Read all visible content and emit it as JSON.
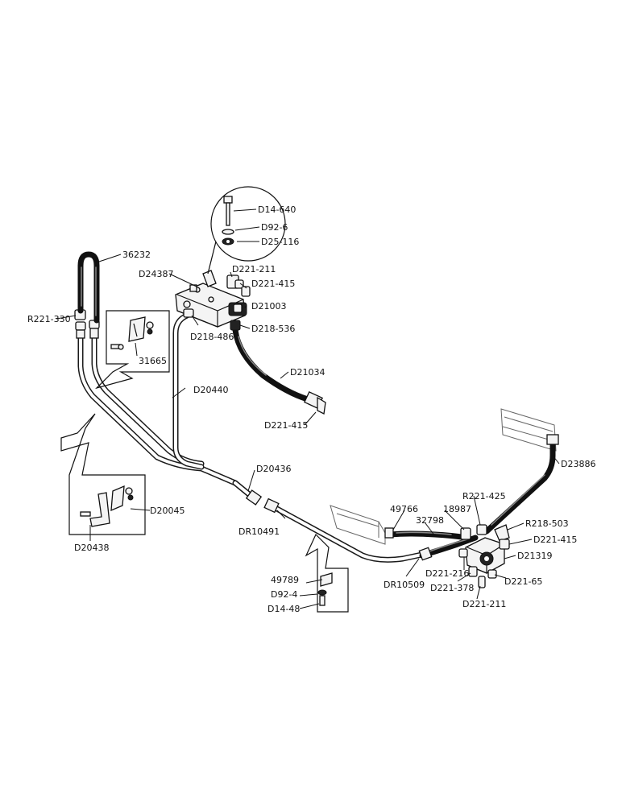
{
  "labels": {
    "d14_640_top": "D14-640",
    "d92_6": "D92-6",
    "d25_116": "D25-116",
    "p36232": "36232",
    "d24387": "D24387",
    "d221_211_top": "D221-211",
    "d221_415_valve": "D221-415",
    "d21003": "D21003",
    "r221_330": "R221-330",
    "d218_536": "D218-536",
    "d218_486": "D218-486",
    "p31665": "31665",
    "d21034": "D21034",
    "d20440": "D20440",
    "d221_415_hose": "D221-415",
    "d23886": "D23886",
    "d20436": "D20436",
    "r221_425": "R221-425",
    "p49766": "49766",
    "p18987": "18987",
    "p32798": "32798",
    "r218_503": "R218-503",
    "d20045": "D20045",
    "d221_415_right": "D221-415",
    "dr10491": "DR10491",
    "d21319": "D21319",
    "d20438": "D20438",
    "d221_216": "D221-216",
    "dr10509": "DR10509",
    "d221_65": "D221-65",
    "d221_378": "D221-378",
    "p49789": "49789",
    "d221_211_bottom": "D221-211",
    "d92_4": "D92-4",
    "d14_48": "D14-48"
  },
  "colors": {
    "ink": "#111111",
    "paper": "#ffffff"
  }
}
